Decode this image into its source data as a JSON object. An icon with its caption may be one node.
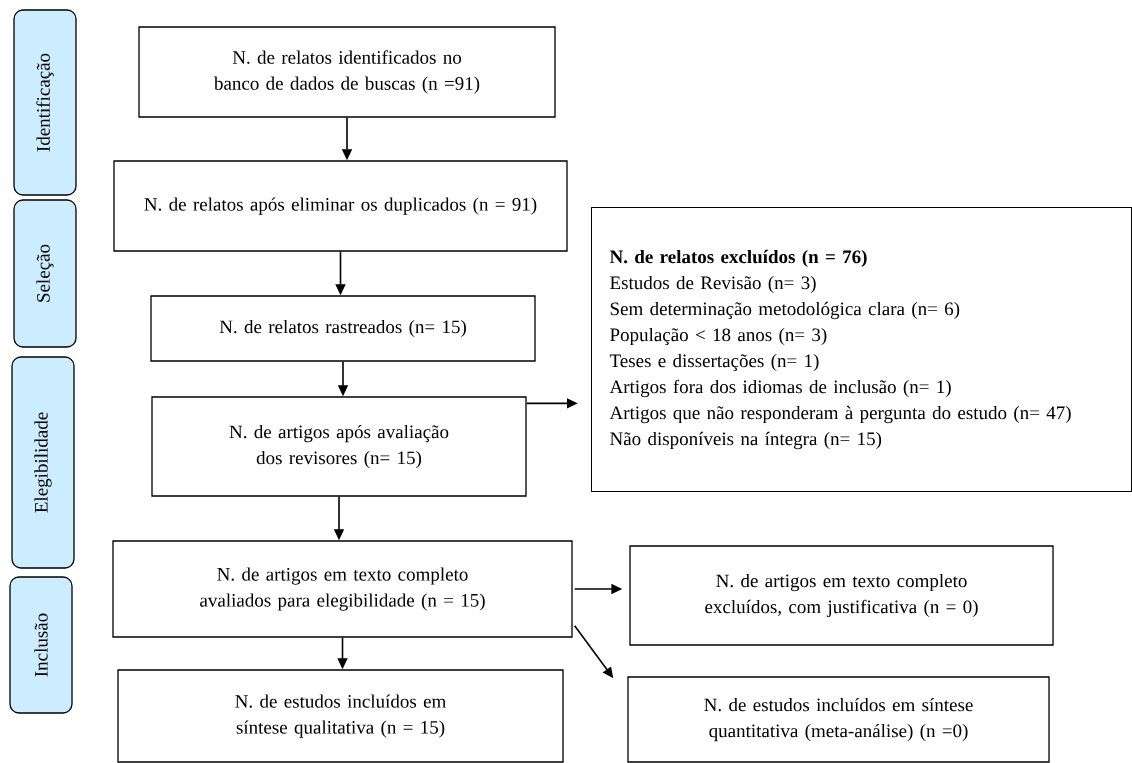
{
  "diagram": {
    "nodes": [
      {
        "text": [
          "Identificação"
        ]
      },
      {
        "text": [
          "Seleção"
        ]
      },
      {
        "text": [
          "Elegibilidade"
        ]
      },
      {
        "text": [
          "Inclusão"
        ]
      },
      {
        "text": [
          "N. de relatos identificados no banco de dados de buscas (n =91)"
        ]
      },
      {
        "text": [
          "N. de relatos após eliminar os duplicados (n = 91)"
        ]
      },
      {
        "text": [
          "N. de relatos rastreados (n= 15)"
        ]
      },
      {
        "text": [
          "N. de artigos após avaliação dos revisores (n= 15)"
        ]
      },
      {
        "text": [
          "N. de relatos excluídos (n = 76)",
          "Estudos de Revisão (n= 3)",
          "Sem determinação metodológica clara (n= 6)",
          "População < 18 anos (n= 3)",
          "Teses e dissertações (n= 1)",
          "Artigos fora dos idiomas de inclusão (n= 1)",
          "Artigos que não responderam à pergunta do estudo (n= 47)",
          "Não disponíveis na íntegra (n= 15)"
        ]
      },
      {
        "text": [
          "N. de artigos em texto completo avaliados para elegibilidade (n = 15)"
        ]
      },
      {
        "text": [
          "N. de artigos em texto completo excluídos, com justificativa (n = 0)"
        ]
      },
      {
        "text": [
          "N. de estudos incluídos em síntese qualitativa (n = 15)"
        ]
      },
      {
        "text": [
          "N. de estudos incluídos em síntese quantitativa (meta-análise) (n =0)"
        ]
      }
    ],
    "edges": [
      {
        "from": 4,
        "to": 5,
        "arrow": "to"
      },
      {
        "from": 5,
        "to": 6,
        "arrow": "to"
      },
      {
        "from": 6,
        "to": 7,
        "arrow": "to"
      },
      {
        "from": 7,
        "to": 8,
        "arrow": "to"
      },
      {
        "from": 7,
        "to": 9,
        "arrow": "to"
      },
      {
        "from": 9,
        "to": 10,
        "arrow": "to"
      },
      {
        "from": 9,
        "to": 12,
        "arrow": "to"
      },
      {
        "from": 9,
        "to": 11,
        "arrow": "to"
      }
    ]
  }
}
